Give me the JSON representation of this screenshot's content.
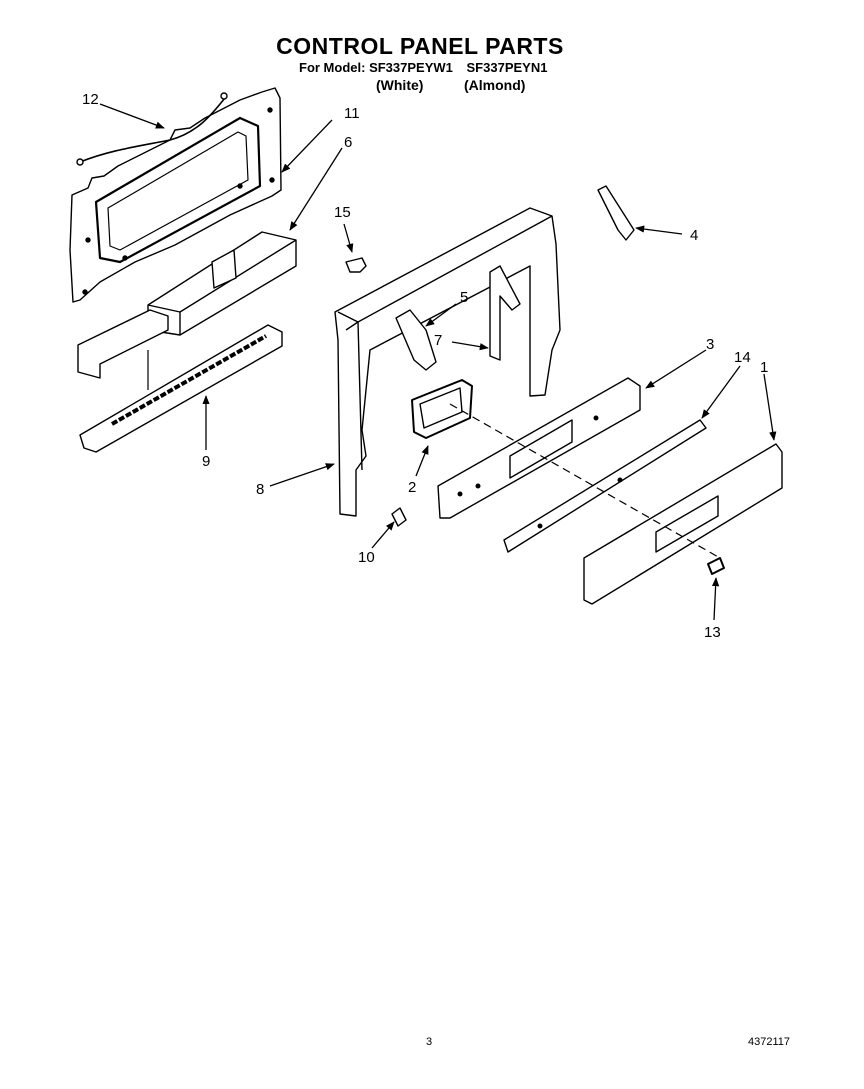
{
  "title": "CONTROL PANEL PARTS",
  "model_prefix": "For Model:",
  "models": [
    "SF337PEYW1",
    "SF337PEYN1"
  ],
  "variants": [
    "(White)",
    "(Almond)"
  ],
  "callouts": [
    "1",
    "2",
    "3",
    "4",
    "5",
    "6",
    "7",
    "8",
    "9",
    "10",
    "11",
    "12",
    "13",
    "14",
    "15"
  ],
  "page_number": "3",
  "document_number": "4372117"
}
